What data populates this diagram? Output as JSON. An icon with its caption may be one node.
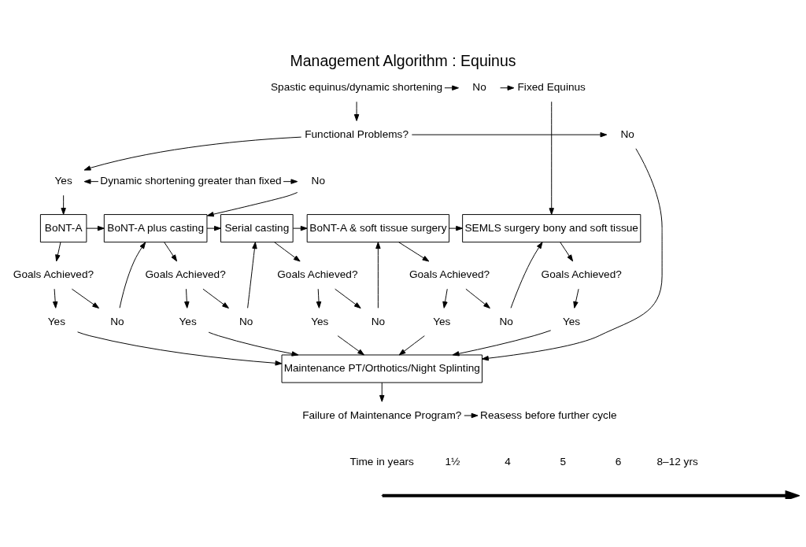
{
  "diagram": {
    "title": "Management Algorithm : Equinus",
    "nodes": [
      {
        "text": [
          "Spastic equinus/dynamic shortening"
        ]
      },
      {
        "text": [
          "No"
        ]
      },
      {
        "text": [
          "Fixed Equinus"
        ]
      },
      {
        "text": [
          "No"
        ]
      },
      {
        "text": [
          "Functional Problems?"
        ]
      },
      {
        "text": [
          "Yes"
        ]
      },
      {
        "text": [
          "Dynamic shortening greater than fixed"
        ]
      },
      {
        "text": [
          "No"
        ]
      },
      {
        "text": [
          "BoNT-A"
        ]
      },
      {
        "text": [
          "BoNT-A plus casting"
        ]
      },
      {
        "text": [
          "Serial casting"
        ]
      },
      {
        "text": [
          "BoNT-A & soft tissue surgery"
        ]
      },
      {
        "text": [
          "SEMLS surgery bony and soft tissue"
        ]
      },
      {
        "text": [
          "Goals Achieved?"
        ]
      },
      {
        "text": [
          "No"
        ]
      },
      {
        "text": [
          "Yes"
        ]
      },
      {
        "text": [
          "Goals Achieved?"
        ]
      },
      {
        "text": [
          "Yes"
        ]
      },
      {
        "text": [
          "No"
        ]
      },
      {
        "text": [
          "Goals Achieved?"
        ]
      },
      {
        "text": [
          "Yes"
        ]
      },
      {
        "text": [
          "No"
        ]
      },
      {
        "text": [
          "Goals Achieved?"
        ]
      },
      {
        "text": [
          "Yes"
        ]
      },
      {
        "text": [
          "No"
        ]
      },
      {
        "text": [
          "Goals Achieved?"
        ]
      },
      {
        "text": [
          "Yes"
        ]
      },
      {
        "text": [
          "Maintenance PT/Orthotics/Night Splinting"
        ]
      },
      {
        "text": [
          "Failure of Maintenance Program?"
        ]
      },
      {
        "text": [
          "Reasess before further cycle"
        ]
      }
    ],
    "edges": [
      {
        "from": 0,
        "to": 1,
        "arrow": "to"
      },
      {
        "from": 1,
        "to": 2,
        "arrow": "to"
      },
      {
        "from": 0,
        "to": 4,
        "arrow": "to"
      },
      {
        "from": 4,
        "to": 3,
        "arrow": "to"
      },
      {
        "from": 3,
        "to": 27,
        "arrow": "to"
      },
      {
        "from": 4,
        "to": 5,
        "arrow": "to"
      },
      {
        "from": 6,
        "to": 5,
        "arrow": "to"
      },
      {
        "from": 6,
        "to": 7,
        "arrow": "to"
      },
      {
        "from": 5,
        "to": 8,
        "arrow": "to"
      },
      {
        "from": 7,
        "to": 9,
        "arrow": "to"
      },
      {
        "from": 8,
        "to": 9,
        "arrow": "to"
      },
      {
        "from": 9,
        "to": 10,
        "arrow": "to"
      },
      {
        "from": 10,
        "to": 11,
        "arrow": "to"
      },
      {
        "from": 11,
        "to": 12,
        "arrow": "to"
      },
      {
        "from": 2,
        "to": 12,
        "arrow": "to"
      },
      {
        "from": 8,
        "to": 13,
        "arrow": "to"
      },
      {
        "from": 13,
        "to": 14,
        "arrow": "to"
      },
      {
        "from": 14,
        "to": 9,
        "arrow": "to"
      },
      {
        "from": 13,
        "to": 15,
        "arrow": "to"
      },
      {
        "from": 15,
        "to": 27,
        "arrow": "to"
      },
      {
        "from": 9,
        "to": 16,
        "arrow": "to"
      },
      {
        "from": 16,
        "to": 17,
        "arrow": "to"
      },
      {
        "from": 16,
        "to": 18,
        "arrow": "to"
      },
      {
        "from": 18,
        "to": 10,
        "arrow": "to"
      },
      {
        "from": 17,
        "to": 27,
        "arrow": "to"
      },
      {
        "from": 10,
        "to": 19,
        "arrow": "to"
      },
      {
        "from": 19,
        "to": 20,
        "arrow": "to"
      },
      {
        "from": 19,
        "to": 21,
        "arrow": "to"
      },
      {
        "from": 21,
        "to": 11,
        "arrow": "to"
      },
      {
        "from": 20,
        "to": 27,
        "arrow": "to"
      },
      {
        "from": 11,
        "to": 22,
        "arrow": "to"
      },
      {
        "from": 22,
        "to": 23,
        "arrow": "to"
      },
      {
        "from": 22,
        "to": 24,
        "arrow": "to"
      },
      {
        "from": 24,
        "to": 12,
        "arrow": "to"
      },
      {
        "from": 23,
        "to": 27,
        "arrow": "to"
      },
      {
        "from": 12,
        "to": 25,
        "arrow": "to"
      },
      {
        "from": 25,
        "to": 26,
        "arrow": "to"
      },
      {
        "from": 26,
        "to": 27,
        "arrow": "to"
      },
      {
        "from": 27,
        "to": 28,
        "arrow": "to"
      },
      {
        "from": 28,
        "to": 29,
        "arrow": "to"
      }
    ],
    "labels": [
      "Time in years",
      "1½",
      "4",
      "5",
      "6",
      "8–12 yrs"
    ]
  }
}
